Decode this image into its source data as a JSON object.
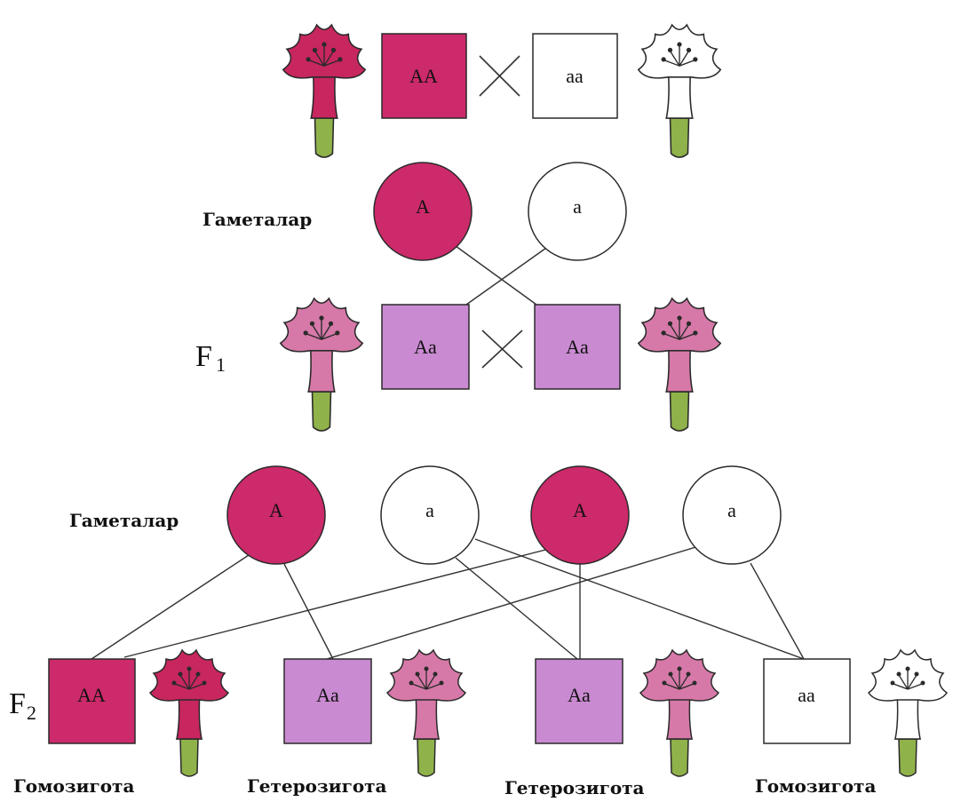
{
  "colors": {
    "dominant": "#cc2a6a",
    "hetero": "#c98ad1",
    "recessive": "#ffffff",
    "flower_dominant": "#c8265f",
    "flower_hetero": "#d679a8",
    "flower_white": "#ffffff",
    "stem": "#8fb24a",
    "outline": "#2a2a2a"
  },
  "parents": {
    "left": {
      "genotype": "AA",
      "phenotype": "dominant"
    },
    "right": {
      "genotype": "aa",
      "phenotype": "recessive"
    }
  },
  "gametes_p": {
    "label": "Гаметалар",
    "items": [
      {
        "allele": "A",
        "phenotype": "dominant"
      },
      {
        "allele": "a",
        "phenotype": "recessive"
      }
    ]
  },
  "f1": {
    "label": "F",
    "label_sub": "1",
    "items": [
      {
        "genotype": "Aa",
        "phenotype": "hetero"
      },
      {
        "genotype": "Aa",
        "phenotype": "hetero"
      }
    ]
  },
  "gametes_f1": {
    "label": "Гаметалар",
    "items": [
      {
        "allele": "A",
        "phenotype": "dominant"
      },
      {
        "allele": "a",
        "phenotype": "recessive"
      },
      {
        "allele": "A",
        "phenotype": "dominant"
      },
      {
        "allele": "a",
        "phenotype": "recessive"
      }
    ]
  },
  "f2": {
    "label": "F",
    "label_sub": "2",
    "items": [
      {
        "genotype": "AA",
        "phenotype": "dominant",
        "zygosity": "Гомозигота"
      },
      {
        "genotype": "Aa",
        "phenotype": "hetero",
        "zygosity": "Гетерозигота"
      },
      {
        "genotype": "Aa",
        "phenotype": "hetero",
        "zygosity": "Гетерозигота"
      },
      {
        "genotype": "aa",
        "phenotype": "recessive",
        "zygosity": "Гомозигота"
      }
    ]
  }
}
